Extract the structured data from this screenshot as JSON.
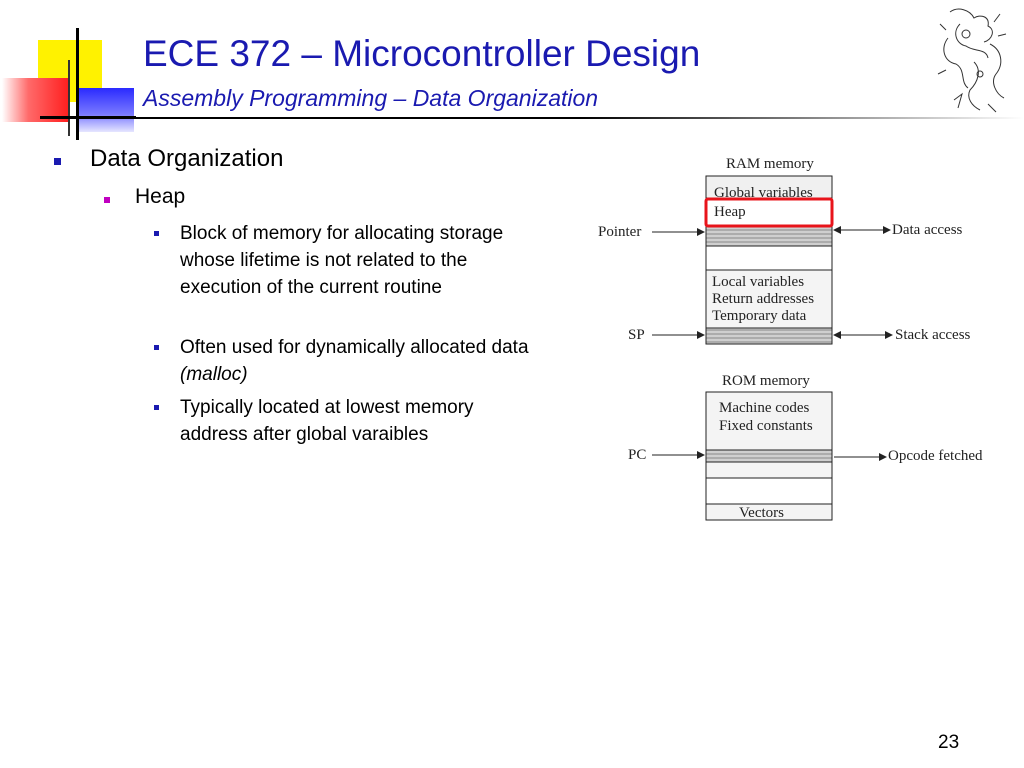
{
  "header": {
    "title": "ECE 372 – Microcontroller Design",
    "subtitle": "Assembly Programming – Data Organization"
  },
  "content": {
    "level1": "Data Organization",
    "level2": "Heap",
    "level3": [
      {
        "text": "Block of memory for allocating storage whose lifetime is not related to the execution of the current routine"
      },
      {
        "text": "Often used for dynamically allocated data ",
        "italic": "(malloc)"
      },
      {
        "text": "Typically located at lowest memory address after global varaibles"
      }
    ]
  },
  "diagram": {
    "ram_title": "RAM memory",
    "ram_labels": {
      "global": "Global variables",
      "heap": "Heap",
      "local": "Local variables",
      "return": "Return addresses",
      "temp": "Temporary data"
    },
    "rom_title": "ROM memory",
    "rom_labels": {
      "machine": "Machine codes",
      "fixed": "Fixed constants",
      "vectors": "Vectors"
    },
    "left_labels": {
      "pointer": "Pointer",
      "sp": "SP",
      "pc": "PC"
    },
    "right_labels": {
      "data_access": "Data access",
      "stack_access": "Stack access",
      "opcode": "Opcode fetched"
    },
    "highlight_color": "#e8141b"
  },
  "footer": {
    "page_number": "23"
  }
}
